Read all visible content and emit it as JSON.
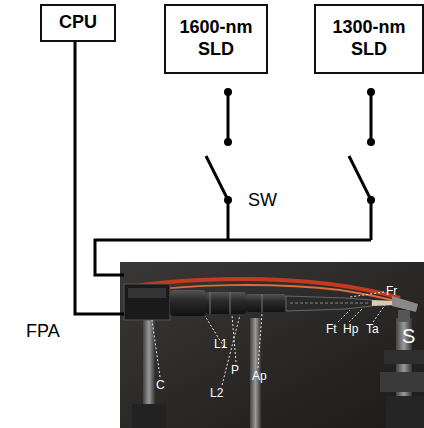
{
  "diagram": {
    "nodes": [
      {
        "text": [
          "CPU"
        ]
      },
      {
        "text": [
          "1600-nm SLD"
        ]
      },
      {
        "text": [
          "1300-nm SLD"
        ]
      }
    ],
    "labels": [
      "SW",
      "FPA",
      "C",
      "L1",
      "P",
      "Ap",
      "L2",
      "Ft",
      "Hp",
      "Ta",
      "Fr",
      "S"
    ]
  }
}
